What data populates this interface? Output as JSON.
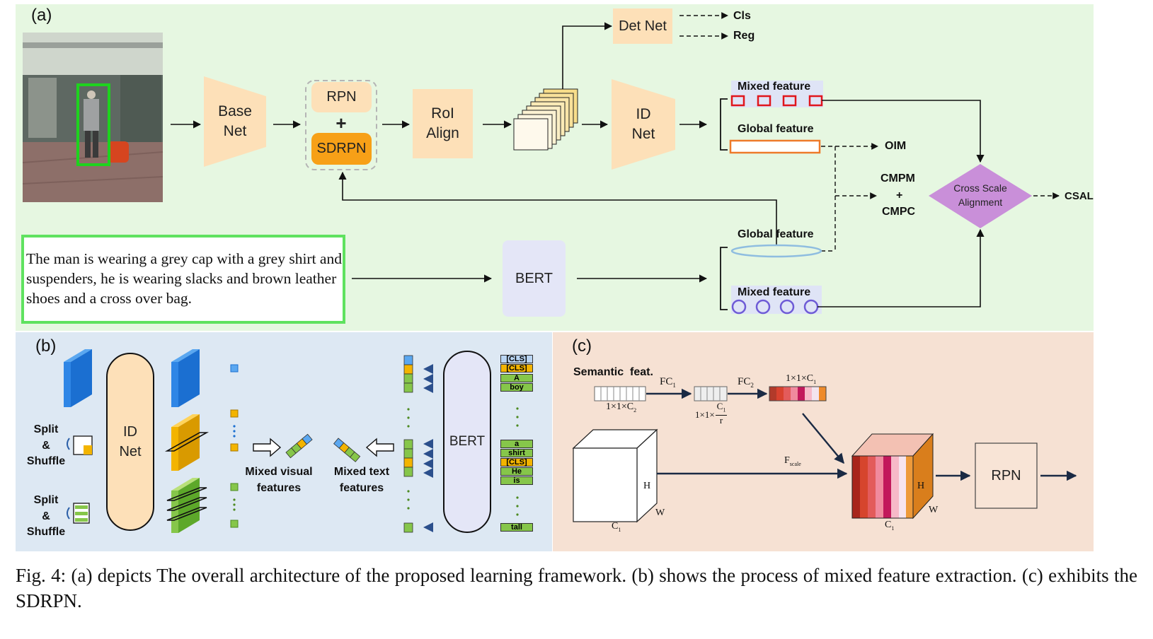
{
  "panel_a": {
    "label": "(a)",
    "base_net": [
      "Base",
      "Net"
    ],
    "rpn": "RPN",
    "plus": "+",
    "sdrpn": "SDRPN",
    "roi_align": [
      "RoI",
      "Align"
    ],
    "det_net": "Det Net",
    "cls": "Cls",
    "reg": "Reg",
    "id_net": [
      "ID",
      "Net"
    ],
    "mixed_feature_top": "Mixed feature",
    "global_feature_top": "Global feature",
    "oim": "OIM",
    "cmpm": "CMPM",
    "cmpm_plus": "+",
    "cmpc": "CMPC",
    "csa": [
      "Cross Scale",
      "Alignment"
    ],
    "csal": "CSAL",
    "text_description": "The man is wearing a grey cap with a grey shirt and suspenders, he is wearing slacks and brown leather shoes and a cross over bag.",
    "bert": "BERT",
    "global_feature_bottom": "Global feature",
    "mixed_feature_bottom": "Mixed feature"
  },
  "panel_b": {
    "label": "(b)",
    "split1": [
      "Split",
      "&",
      "Shuffle"
    ],
    "split2": [
      "Split",
      "&",
      "Shuffle"
    ],
    "id_net": [
      "ID",
      "Net"
    ],
    "mixed_visual": [
      "Mixed visual",
      "features"
    ],
    "mixed_text": [
      "Mixed text",
      "features"
    ],
    "bert": "BERT",
    "tokens_top": [
      "[CLS]",
      "[CLS]",
      "A",
      "boy"
    ],
    "tokens_mid": [
      "a",
      "shirt",
      "[CLS]",
      "He",
      "is"
    ],
    "tokens_bottom": [
      "tall"
    ]
  },
  "panel_c": {
    "label": "(c)",
    "semantic_feat": "Semantic  feat.",
    "fc1": "FC",
    "fc1_sub": "1",
    "fc2": "FC",
    "fc2_sub": "2",
    "dim_c2": "1×1×C",
    "dim_c2_sub": "2",
    "dim_c1r_prefix": "1×1×",
    "dim_c1r_num": "C",
    "dim_c1r_num_sub": "1",
    "dim_c1r_den": "r",
    "dim_c1": "1×1×C",
    "dim_c1_sub": "1",
    "fscale": "F",
    "fscale_sub": "scale",
    "h": "H",
    "w": "W",
    "c1": "C",
    "c1_sub": "1",
    "rpn": "RPN"
  },
  "caption": "Fig. 4: (a) depicts The overall architecture of the proposed learning framework. (b) shows the process of mixed feature extraction. (c) exhibits the SDRPN.",
  "colors": {
    "panel_a_bg": "#e6f7e1",
    "panel_b_bg": "#dde8f3",
    "panel_c_bg": "#f6e1d3",
    "trap": "#fde0b8",
    "sdrpn": "#f7a017",
    "diamond": "#c98fd9",
    "bert_box": "#e4e6f7"
  }
}
